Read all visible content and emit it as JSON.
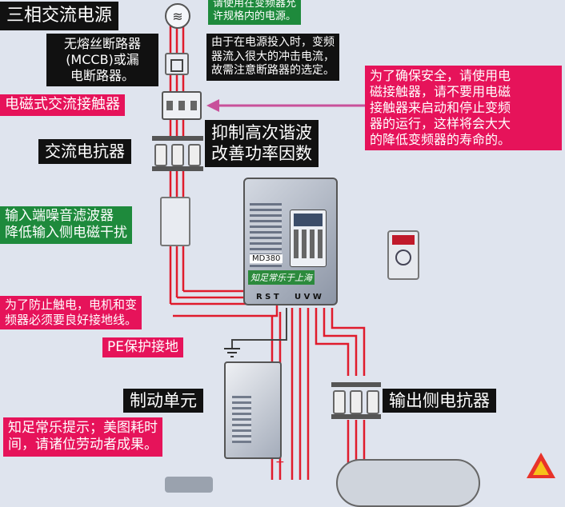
{
  "labels": {
    "power_source": "三相交流电源",
    "mccb_1": "无熔丝断路器",
    "mccb_2": "(MCCB)或漏",
    "mccb_3": "电断路器。",
    "top_note_1": "请使用在变频器允",
    "top_note_2": "许规格内的电源。",
    "inrush_1": "由于在电源投入时，变频",
    "inrush_2": "器流入很大的冲击电流，",
    "inrush_3": "故需注意断路器的选定。",
    "contactor": "电磁式交流接触器",
    "safety_1": "为了确保安全，请使用电",
    "safety_2": "磁接触器，请不要用电磁",
    "safety_3": "接触器来启动和停止变频",
    "safety_4": "器的运行，这样将会大大",
    "safety_5": "的降低变频器的寿命的。",
    "harmonic_1": "抑制高次谐波",
    "harmonic_2": "改善功率因数",
    "ac_reactor": "交流电抗器",
    "noise_filter_1": "输入端噪音滤波器",
    "noise_filter_2": "降低输入侧电磁干扰",
    "model": "MD380",
    "watermark": "知足常乐于上海",
    "input_terminals": "R S T",
    "output_terminals": "U V W",
    "ground_note_1": "为了防止触电，电机和变",
    "ground_note_2": "频器必须要良好接地线。",
    "pe": "PE保护接地",
    "brake_unit": "制动单元",
    "output_reactor": "输出侧电抗器",
    "tip_1": "知足常乐提示；美图耗时",
    "tip_2": "间，请诸位劳动者成果。"
  },
  "colors": {
    "wire": "#e01b2c",
    "label_black": "#111111",
    "label_green": "#1e8a3c",
    "label_red": "#e6135a",
    "arrow": "#c8509a",
    "background": "#dfe4ee"
  },
  "icons": {
    "power": "ac-source-icon",
    "ground": "ground-icon",
    "arrow": "arrow-left-icon"
  }
}
